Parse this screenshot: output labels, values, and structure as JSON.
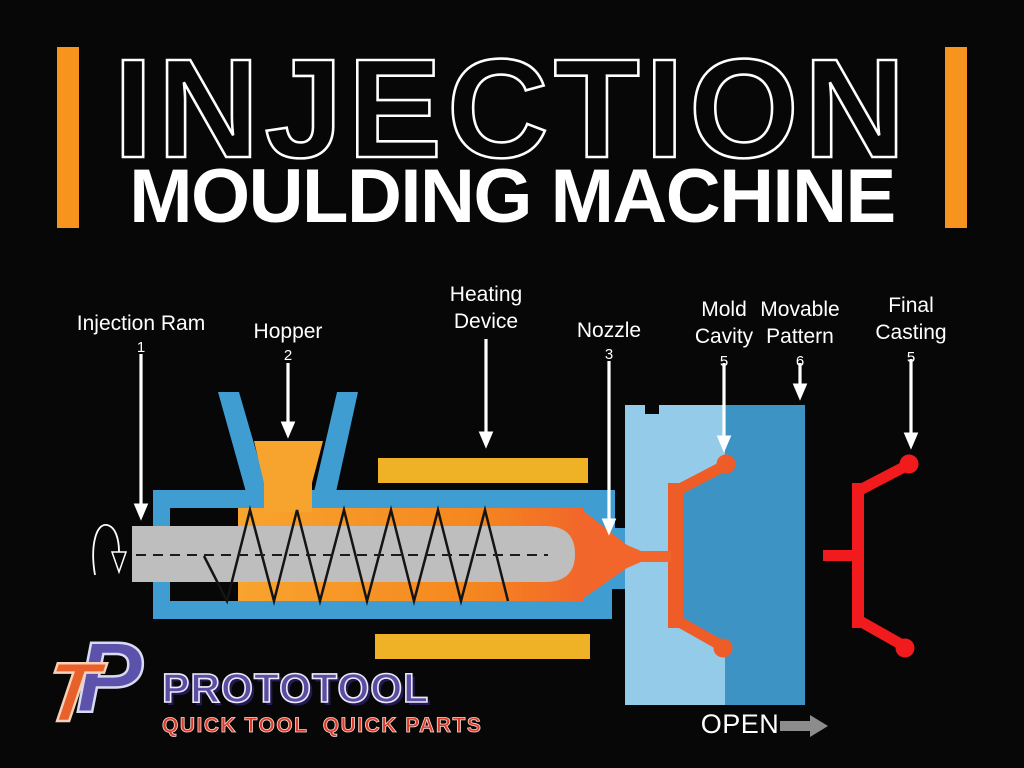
{
  "title": {
    "line1": "INJECTION",
    "line2": "MOULDING MACHINE"
  },
  "diagram": {
    "labels": [
      {
        "text": "Injection Ram",
        "number": "1"
      },
      {
        "text": "Hopper",
        "number": "2"
      },
      {
        "text": "Heating Device",
        "number": ""
      },
      {
        "text": "Nozzle",
        "number": "3"
      },
      {
        "text": "Mold Cavity",
        "number": "5"
      },
      {
        "text": "Movable Pattern",
        "number": "6"
      },
      {
        "text": "Final Casting",
        "number": "5"
      }
    ],
    "open_label": "OPEN"
  },
  "logo": {
    "monogram_t": "T",
    "monogram_p": "P",
    "brand": "PROTOTOOL",
    "tagline": "QUICK TOOL  QUICK PARTS"
  },
  "colors": {
    "background": "#070707",
    "accent_orange": "#F7941E",
    "barrel_blue": "#3F9DD1",
    "mold_light_blue": "#93CBE9",
    "mold_dark_blue": "#3E93C5",
    "heater_yellow": "#EFB125",
    "molten_orange": "#F6941F",
    "hopper_orange": "#F6A42D",
    "casting_orange": "#EE5C28",
    "final_casting_red": "#F11B1E",
    "ram_gray": "#BEBEBE",
    "open_arrow_gray": "#8C8C8C",
    "label_text_white": "#FFFFFF",
    "logo_purple": "#5A4EA3",
    "logo_red": "#D83A2B"
  }
}
